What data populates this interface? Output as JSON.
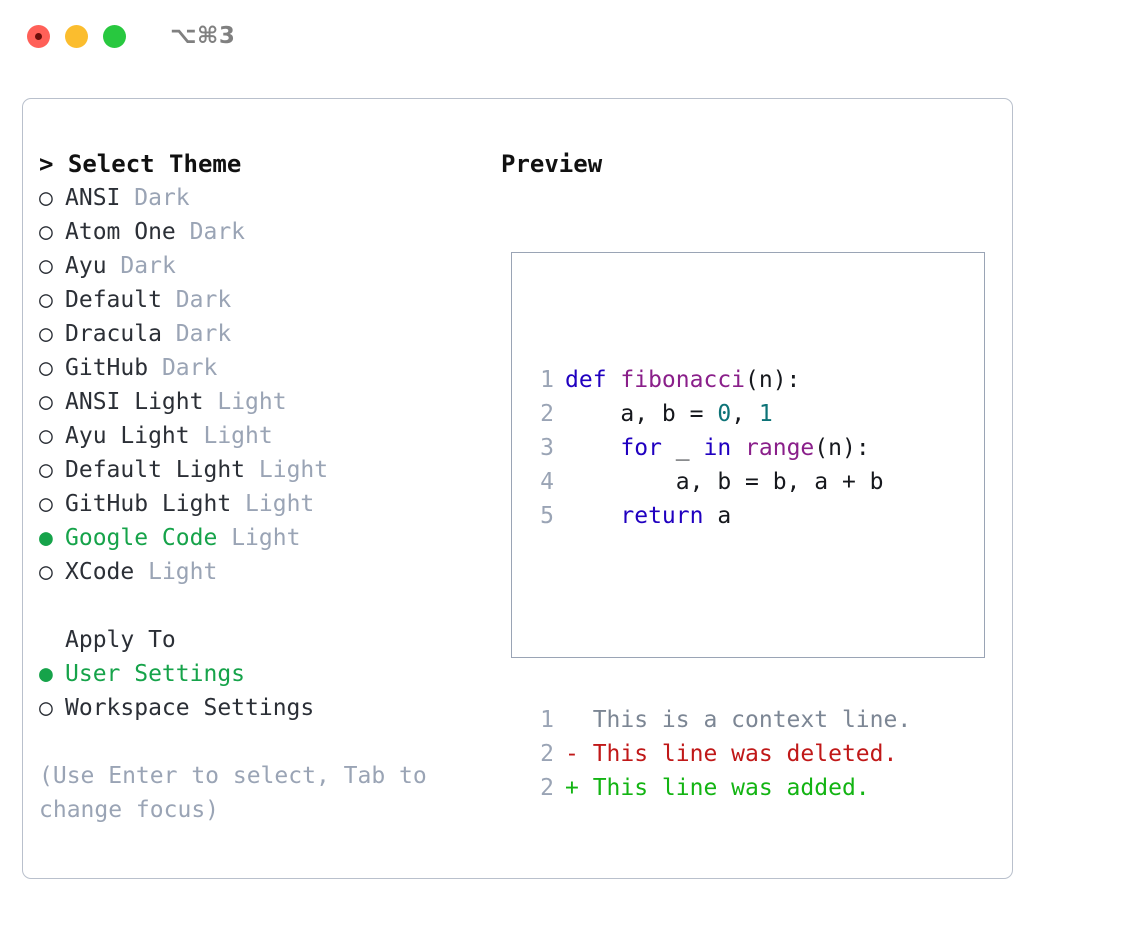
{
  "window": {
    "title": "⌥⌘3",
    "traffic_lights": [
      "close-red",
      "minimize-yellow",
      "maximize-green"
    ]
  },
  "left_panel": {
    "header": "> Select Theme",
    "theme_options": [
      {
        "marker": "○",
        "label": "ANSI",
        "suffix": "Dark",
        "selected": false
      },
      {
        "marker": "○",
        "label": "Atom One",
        "suffix": "Dark",
        "selected": false
      },
      {
        "marker": "○",
        "label": "Ayu",
        "suffix": "Dark",
        "selected": false
      },
      {
        "marker": "○",
        "label": "Default",
        "suffix": "Dark",
        "selected": false
      },
      {
        "marker": "○",
        "label": "Dracula",
        "suffix": "Dark",
        "selected": false
      },
      {
        "marker": "○",
        "label": "GitHub",
        "suffix": "Dark",
        "selected": false
      },
      {
        "marker": "○",
        "label": "ANSI Light",
        "suffix": "Light",
        "selected": false
      },
      {
        "marker": "○",
        "label": "Ayu Light",
        "suffix": "Light",
        "selected": false
      },
      {
        "marker": "○",
        "label": "Default Light",
        "suffix": "Light",
        "selected": false
      },
      {
        "marker": "○",
        "label": "GitHub Light",
        "suffix": "Light",
        "selected": false
      },
      {
        "marker": "●",
        "label": "Google Code",
        "suffix": "Light",
        "selected": true
      },
      {
        "marker": "○",
        "label": "XCode",
        "suffix": "Light",
        "selected": false
      }
    ],
    "apply_to_header": "Apply To",
    "apply_to_options": [
      {
        "marker": "●",
        "label": "User Settings",
        "selected": true
      },
      {
        "marker": "○",
        "label": "Workspace Settings",
        "selected": false
      }
    ],
    "hint_line_1": "(Use Enter to select, Tab to",
    "hint_line_2": "change focus)"
  },
  "right_panel": {
    "title": "Preview",
    "code_lines": [
      {
        "num": "1",
        "tokens": [
          {
            "t": "def ",
            "c": "kw"
          },
          {
            "t": "fibonacci",
            "c": "fn"
          },
          {
            "t": "(n):",
            "c": "plain"
          }
        ]
      },
      {
        "num": "2",
        "tokens": [
          {
            "t": "    a, b = ",
            "c": "plain"
          },
          {
            "t": "0",
            "c": "num"
          },
          {
            "t": ", ",
            "c": "plain"
          },
          {
            "t": "1",
            "c": "num"
          }
        ]
      },
      {
        "num": "3",
        "tokens": [
          {
            "t": "    ",
            "c": "plain"
          },
          {
            "t": "for",
            "c": "kw"
          },
          {
            "t": " _ ",
            "c": "plain"
          },
          {
            "t": "in",
            "c": "kw"
          },
          {
            "t": " ",
            "c": "plain"
          },
          {
            "t": "range",
            "c": "fn"
          },
          {
            "t": "(n):",
            "c": "plain"
          }
        ]
      },
      {
        "num": "4",
        "tokens": [
          {
            "t": "        a, b = b, a + b",
            "c": "plain"
          }
        ]
      },
      {
        "num": "5",
        "tokens": [
          {
            "t": "    ",
            "c": "plain"
          },
          {
            "t": "return",
            "c": "kw"
          },
          {
            "t": " a",
            "c": "plain"
          }
        ]
      }
    ],
    "diff_lines": [
      {
        "num": "1",
        "text": "  This is a context line.",
        "kind": "ctx"
      },
      {
        "num": "2",
        "text": "- This line was deleted.",
        "kind": "del"
      },
      {
        "num": "2",
        "text": "+ This line was added.",
        "kind": "add"
      }
    ]
  },
  "colors": {
    "accent_green": "#16a34a",
    "muted": "#9aa4b5",
    "keyword": "#2000c0",
    "function": "#8a1f8a",
    "number": "#0d7377",
    "diff_added": "#13b413",
    "diff_deleted": "#c01818",
    "border": "#b9c0cc"
  }
}
